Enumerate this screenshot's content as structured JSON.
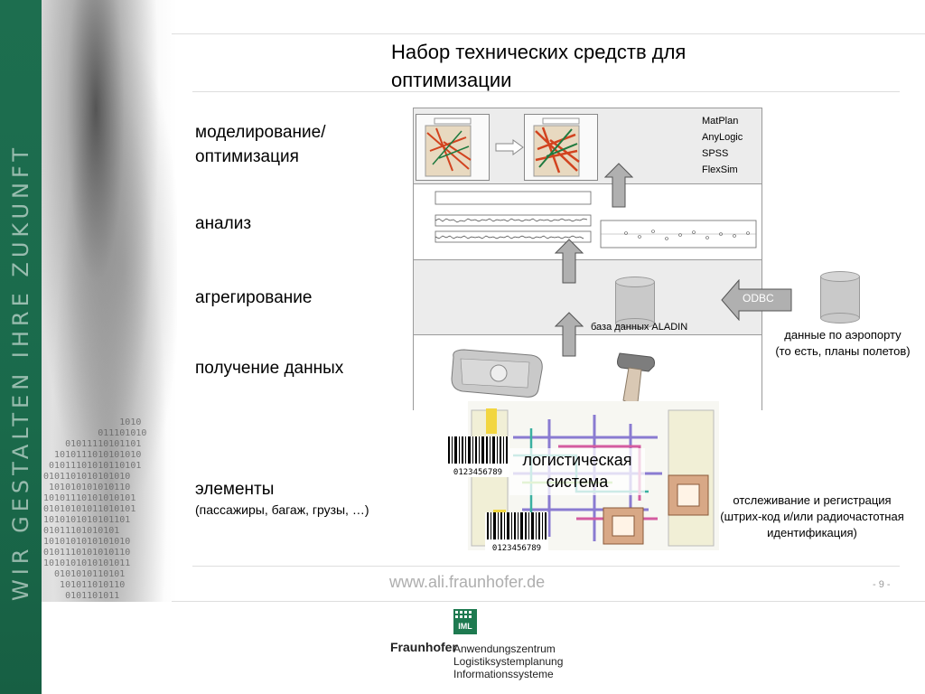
{
  "slide": {
    "title_line1": "Набор технических средств для",
    "title_line2": "оптимизации"
  },
  "left_decor": {
    "vertical_text": "WIR GESTALTEN IHRE ZUKUNFT",
    "binary_lines": [
      "              1010",
      "          011101010",
      "    01011110101101",
      "  1010111010101010",
      " 01011101010110101",
      "0101101010101010",
      " 101010101010110",
      "10101110101010101",
      "01010101011010101",
      "1010101010101101",
      "01011101010101",
      "1010101010101010",
      "0101110101010110",
      "1010101010101011",
      "  0101010110101",
      "   101011010110",
      "    0101101011"
    ]
  },
  "levels": {
    "modeling_line1": "моделирование/",
    "modeling_line2": "оптимизация",
    "analysis": "анализ",
    "aggregation": "агрегирование",
    "data_acquisition": "получение данных",
    "elements": "элементы",
    "elements_sub": "(пассажиры, багаж, грузы, …)"
  },
  "tools": [
    "MatPlan",
    "AnyLogic",
    "SPSS",
    "FlexSim"
  ],
  "database_label": "база данных ALADIN",
  "odbc_label": "ODBC",
  "airport_data_line1": "данные по аэропорту",
  "airport_data_line2": "(то есть, планы полетов)",
  "logistics_line1": "логистическая",
  "logistics_line2": "система",
  "barcode_number": "0123456789",
  "tracking_line1": "отслеживание и регистрация",
  "tracking_line2": "(штрих-код и/или радиочастотная",
  "tracking_line3": "идентификация)",
  "footer": {
    "url": "www.ali.fraunhofer.de",
    "page": "-  9 -"
  },
  "logo": {
    "iml": "IML",
    "fraunhofer": "Fraunhofer",
    "line1": "Anwendungszentrum",
    "line2": "Logistiksystemplanung",
    "line3": "Informationssysteme"
  },
  "colors": {
    "brand_green": "#1d6e4f",
    "gray_band": "#ececec",
    "arrow_fill": "#b0b0b0"
  }
}
